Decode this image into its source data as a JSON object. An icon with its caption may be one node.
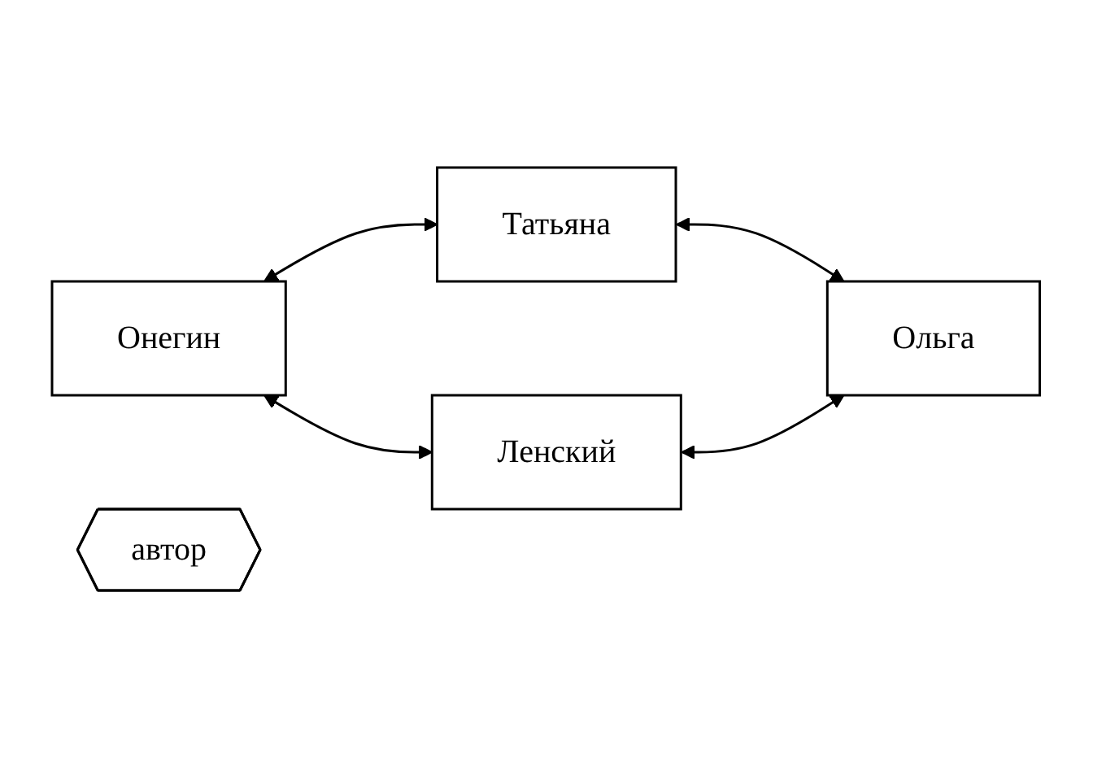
{
  "diagram": {
    "nodes": [
      {
        "text": [
          "Онегин"
        ]
      },
      {
        "text": [
          "Татьяна"
        ]
      },
      {
        "text": [
          "автор"
        ]
      },
      {
        "text": [
          "Ленский"
        ]
      },
      {
        "text": [
          "Ольга"
        ]
      }
    ],
    "edges": [
      {
        "from": 0,
        "to": 1,
        "arrow": "both"
      },
      {
        "from": 0,
        "to": 3,
        "arrow": "both"
      },
      {
        "from": 1,
        "to": 4,
        "arrow": "both"
      },
      {
        "from": 3,
        "to": 4,
        "arrow": "both"
      }
    ]
  }
}
